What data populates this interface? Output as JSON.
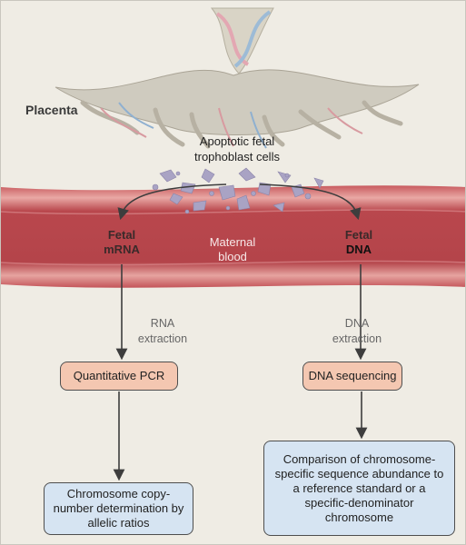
{
  "labels": {
    "placenta": "Placenta",
    "apoptotic_cells": [
      "Apoptotic fetal",
      "trophoblast cells"
    ],
    "fetal_mrna": [
      "Fetal",
      "mRNA"
    ],
    "fetal_dna": [
      "Fetal",
      "DNA"
    ],
    "maternal_blood": [
      "Maternal",
      "blood"
    ],
    "rna_extraction": [
      "RNA",
      "extraction"
    ],
    "dna_extraction": [
      "DNA",
      "extraction"
    ]
  },
  "boxes": {
    "quantitative_pcr": "Quantitative PCR",
    "dna_sequencing": "DNA sequencing",
    "copy_number": "Chromosome copy-number determination by allelic ratios",
    "comparison": "Comparison of chromosome-specific sequence abundance to a reference standard or a specific-denominator chromosome"
  },
  "colors": {
    "background": "#efece4",
    "vessel": "#b8494f",
    "process_box": "#f4c7b1",
    "result_box": "#d6e4f2",
    "cell_fragments": "#a9a3c4"
  }
}
